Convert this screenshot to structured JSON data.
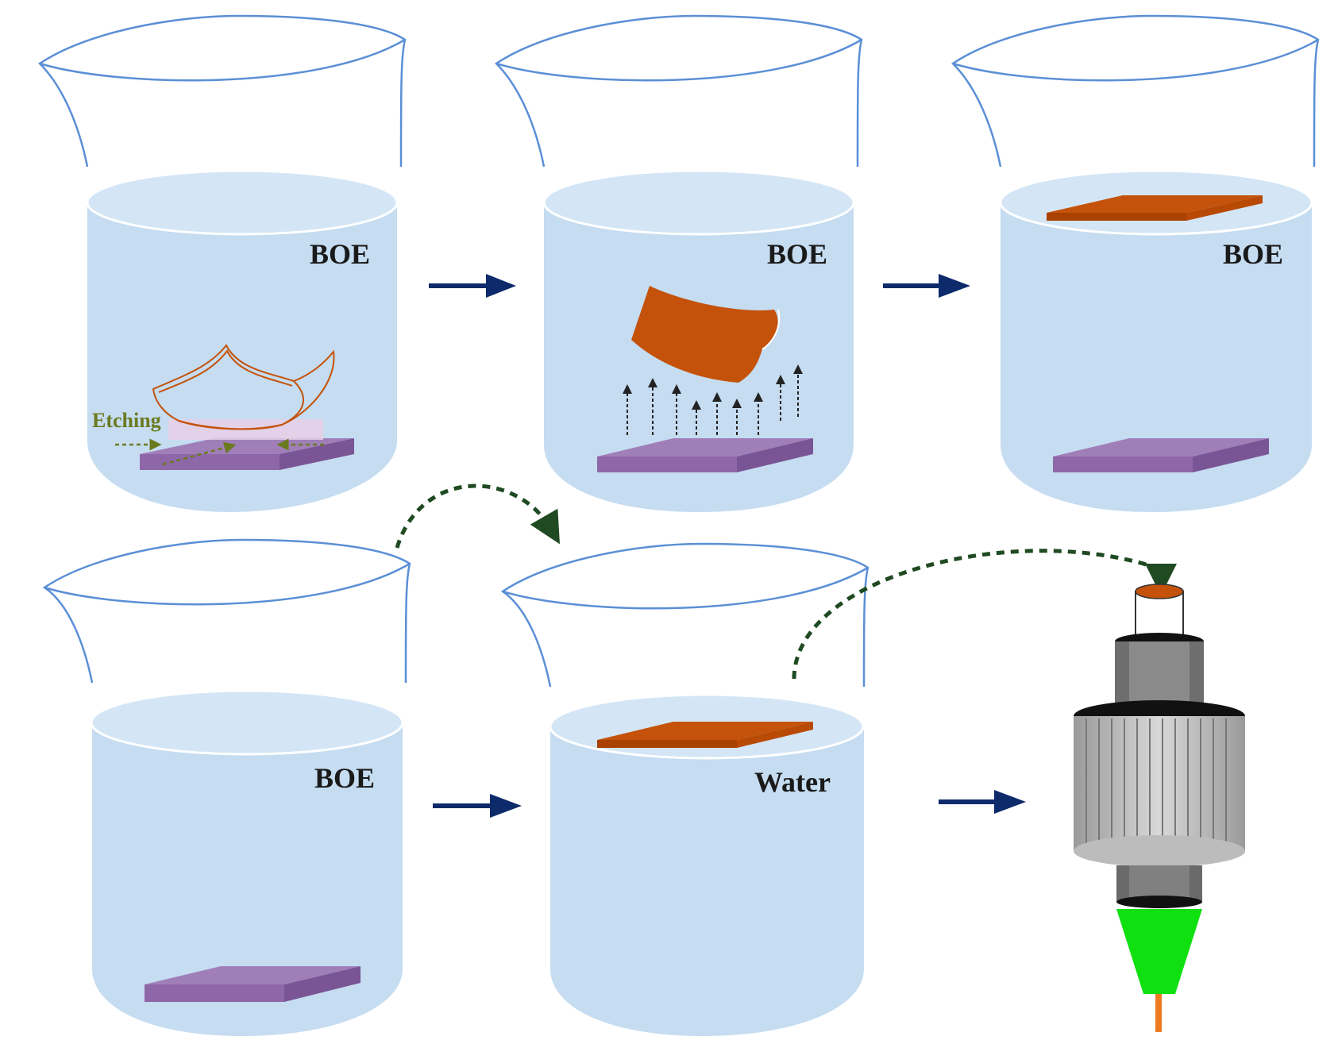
{
  "colors": {
    "liquid": "#c5dcf1",
    "liquid_top": "#d4e6f6",
    "beaker_outline": "#5b8fd6",
    "substrate": "#8e67a8",
    "film": "#c5520a",
    "flow_arrow": "#0d2a6b",
    "transfer_arrow": "#1f4a22",
    "etch_label": "#6b7a1f",
    "cone": "#10e010",
    "fiber_core": "#f07a20"
  },
  "steps": [
    {
      "id": "step-1",
      "liquid_label": "BOE",
      "detail_label": "Etching",
      "state": "film-peeling"
    },
    {
      "id": "step-2",
      "liquid_label": "BOE",
      "state": "film-lifting"
    },
    {
      "id": "step-3",
      "liquid_label": "BOE",
      "state": "film-floating"
    },
    {
      "id": "step-4",
      "liquid_label": "BOE",
      "state": "substrate-only"
    },
    {
      "id": "step-5",
      "liquid_label": "Water",
      "state": "film-floating"
    },
    {
      "id": "step-6",
      "state": "fiber-connector"
    }
  ],
  "icons": {
    "beaker": "beaker-icon",
    "substrate": "substrate-icon",
    "film": "graphene-film-icon",
    "connector": "fiber-connector-icon",
    "flow_arrow": "right-arrow-icon",
    "transfer_arrow": "curved-dashed-arrow-icon"
  }
}
